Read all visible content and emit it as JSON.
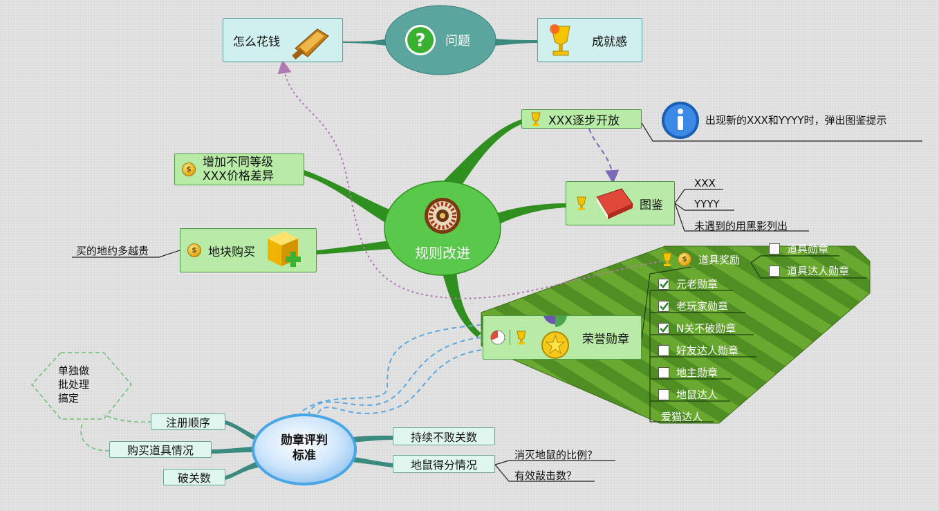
{
  "center": {
    "label": "规则改进"
  },
  "top": {
    "question": "问题",
    "spend": "怎么花钱",
    "achievement": "成就感"
  },
  "branches": {
    "unlock": "XXX逐步开放",
    "unlock_note": "出现新的XXX和YYYY时，弹出图鉴提示",
    "price_line1": "增加不同等级",
    "price_line2": "XXX价格差异",
    "codex": "图鉴",
    "codex_items": [
      "XXX",
      "YYYY",
      "未遇到的用黑影列出"
    ],
    "land": "地块购买",
    "land_note": "买的地约多越贵",
    "honor": "荣誉勋章"
  },
  "honor_items": {
    "prop_reward": "道具奖励",
    "prop_badge": "道具勋章",
    "prop_master": "道具达人勋章",
    "list": [
      {
        "label": "元老勋章",
        "checked": true
      },
      {
        "label": "老玩家勋章",
        "checked": true
      },
      {
        "label": "N关不破勋章",
        "checked": true
      },
      {
        "label": "好友达人勋章",
        "checked": false
      },
      {
        "label": "地主勋章",
        "checked": false
      },
      {
        "label": "地鼠达人",
        "checked": false
      },
      {
        "label": "爱猫达人",
        "checked": null
      }
    ]
  },
  "criteria": {
    "center_line1": "勋章评判",
    "center_line2": "标准",
    "register_order": "注册顺序",
    "buy_props": "购买道具情况",
    "break_levels": "破关数",
    "streak": "持续不败关数",
    "mole_score": "地鼠得分情况",
    "mole_q1": "消灭地鼠的比例？",
    "mole_q2": "有效敲击数？",
    "callout_line1": "单独做",
    "callout_line2": "批处理",
    "callout_line3": "搞定"
  },
  "colors": {
    "branch_green": "#2f8f1f",
    "center_green": "#5ac84a",
    "question_teal": "#5aa59e",
    "stripe_dark": "#4f8e22",
    "stripe_light": "#6aa92f",
    "relationship_purple": "#b07ab0",
    "relationship_blue": "#5aa8e0"
  },
  "icons": [
    "roulette-icon",
    "question-icon",
    "wallet-icon",
    "trophy-icon",
    "info-icon",
    "book-icon",
    "coin-icon",
    "gold-cube-plus-icon",
    "gold-medal-icon",
    "pie-icon",
    "checkbox-icon"
  ]
}
